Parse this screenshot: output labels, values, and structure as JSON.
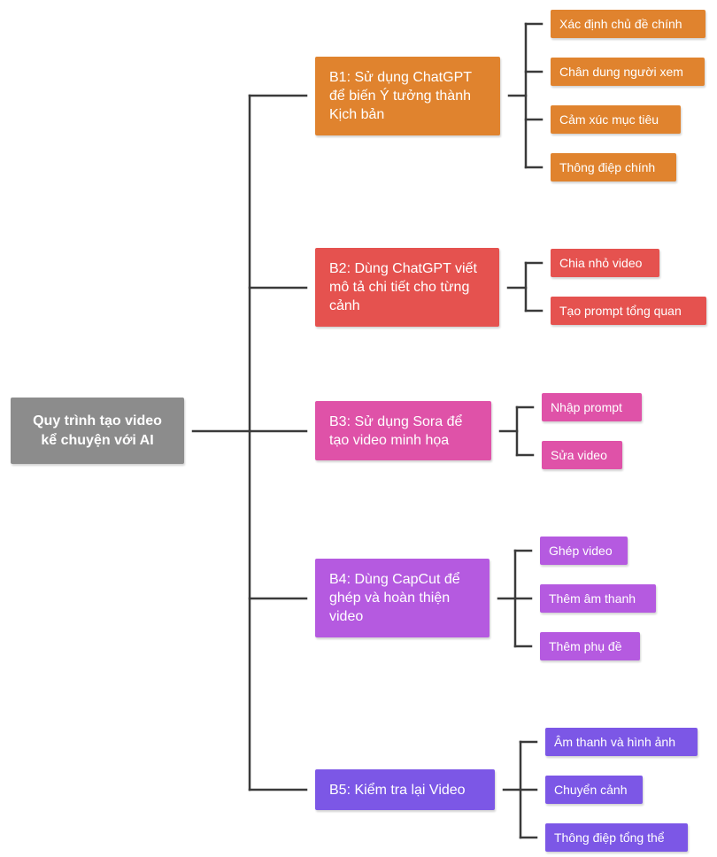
{
  "root": {
    "label": "Quy trình tạo video kể chuyện với AI",
    "color": "#8c8c8c"
  },
  "steps": [
    {
      "label": "B1: Sử dụng ChatGPT để biến Ý tưởng thành Kịch bản",
      "color": "#e0832e",
      "children": [
        "Xác định chủ đề chính",
        "Chân dung người xem",
        "Cảm xúc mục tiêu",
        "Thông điệp chính"
      ]
    },
    {
      "label": "B2: Dùng ChatGPT viết mô tả chi tiết cho từng cảnh",
      "color": "#e5524f",
      "children": [
        "Chia nhỏ video",
        "Tạo prompt tổng quan"
      ]
    },
    {
      "label": "B3: Sử dụng Sora để tạo video minh họa",
      "color": "#df52a8",
      "children": [
        "Nhập prompt",
        "Sửa video"
      ]
    },
    {
      "label": "B4: Dùng CapCut để ghép và hoàn thiện video",
      "color": "#b55ae0",
      "children": [
        "Ghép video",
        "Thêm âm thanh",
        "Thêm phụ đề"
      ]
    },
    {
      "label": "B5: Kiểm tra lại Video",
      "color": "#7c57e6",
      "children": [
        "Âm thanh và hình ảnh",
        "Chuyển cảnh",
        "Thông điệp tổng thể"
      ]
    }
  ]
}
